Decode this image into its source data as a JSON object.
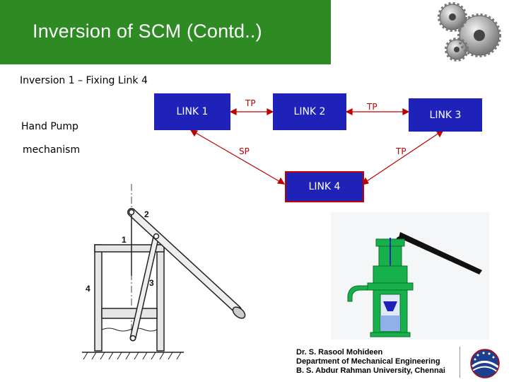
{
  "slide": {
    "title": "Inversion of SCM (Contd..)",
    "subtitle": "Inversion 1 – Fixing Link 4",
    "label_line1": "Hand Pump",
    "label_line2": "mechanism"
  },
  "links": {
    "link1": "LINK 1",
    "link2": "LINK 2",
    "link3": "LINK 3",
    "link4": "LINK 4"
  },
  "pairs": {
    "tp_1_2": "TP",
    "tp_2_3": "TP",
    "sp_1_4": "SP",
    "tp_3_4": "TP"
  },
  "mechanism_labels": {
    "n1": "1",
    "n2": "2",
    "n3": "3",
    "n4": "4"
  },
  "credit": {
    "line1": "Dr. S. Rasool Mohideen",
    "line2": "Department of Mechanical Engineering",
    "line3": "B. S. Abdur Rahman University, Chennai"
  },
  "colors": {
    "title_bar": "#2e8b23",
    "link_box": "#1e22b8",
    "connector": "#c00000",
    "pump_green": "#17b14b",
    "pump_handle": "#111111",
    "water": "#8fb0e8"
  },
  "icons": [
    "gears-icon",
    "university-logo-icon"
  ]
}
